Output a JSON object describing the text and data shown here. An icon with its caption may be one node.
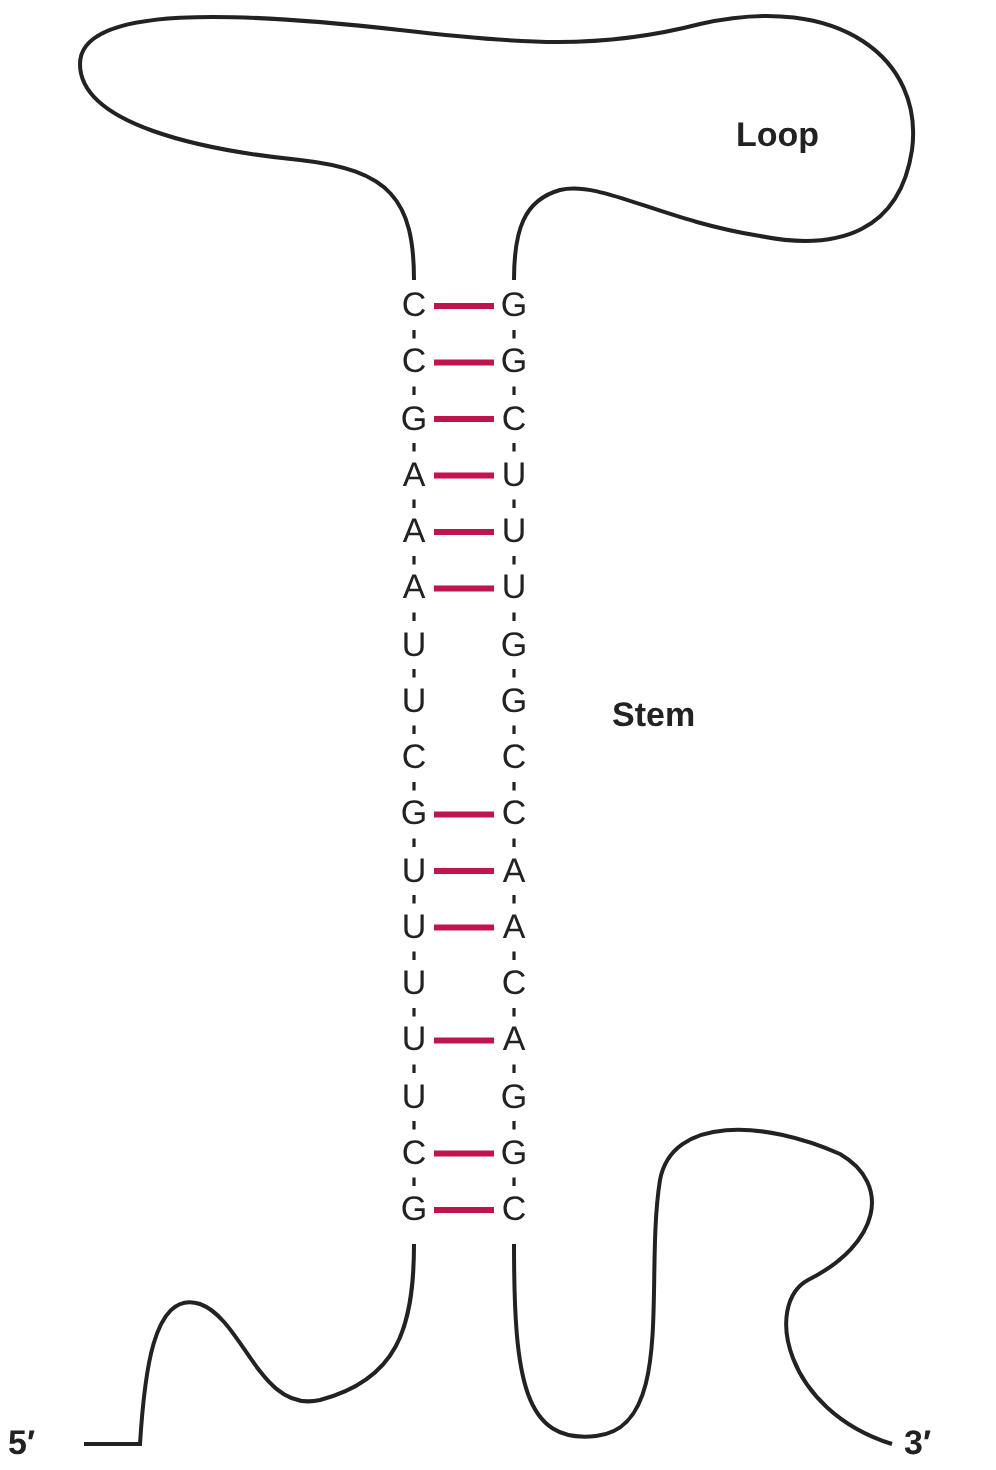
{
  "diagram": {
    "nodes": [
      {
        "text": [
          "C"
        ]
      },
      {
        "text": [
          "G"
        ]
      },
      {
        "text": [
          "C"
        ]
      },
      {
        "text": [
          "G"
        ]
      },
      {
        "text": [
          "G"
        ]
      },
      {
        "text": [
          "C"
        ]
      },
      {
        "text": [
          "A"
        ]
      },
      {
        "text": [
          "U"
        ]
      },
      {
        "text": [
          "A"
        ]
      },
      {
        "text": [
          "U"
        ]
      },
      {
        "text": [
          "A"
        ]
      },
      {
        "text": [
          "U"
        ]
      },
      {
        "text": [
          "U"
        ]
      },
      {
        "text": [
          "G"
        ]
      },
      {
        "text": [
          "U"
        ]
      },
      {
        "text": [
          "G"
        ]
      },
      {
        "text": [
          "C"
        ]
      },
      {
        "text": [
          "C"
        ]
      },
      {
        "text": [
          "G"
        ]
      },
      {
        "text": [
          "C"
        ]
      },
      {
        "text": [
          "U"
        ]
      },
      {
        "text": [
          "A"
        ]
      },
      {
        "text": [
          "U"
        ]
      },
      {
        "text": [
          "A"
        ]
      },
      {
        "text": [
          "U"
        ]
      },
      {
        "text": [
          "C"
        ]
      },
      {
        "text": [
          "U"
        ]
      },
      {
        "text": [
          "A"
        ]
      },
      {
        "text": [
          "U"
        ]
      },
      {
        "text": [
          "G"
        ]
      },
      {
        "text": [
          "C"
        ]
      },
      {
        "text": [
          "G"
        ]
      },
      {
        "text": [
          "G"
        ]
      },
      {
        "text": [
          "C"
        ]
      }
    ],
    "edges": [
      {
        "from": 0,
        "to": 1,
        "arrow": "none",
        "color": "#c0154c"
      },
      {
        "from": 2,
        "to": 3,
        "arrow": "none",
        "color": "#c0154c"
      },
      {
        "from": 4,
        "to": 5,
        "arrow": "none",
        "color": "#c0154c"
      },
      {
        "from": 6,
        "to": 7,
        "arrow": "none",
        "color": "#c0154c"
      },
      {
        "from": 8,
        "to": 9,
        "arrow": "none",
        "color": "#c0154c"
      },
      {
        "from": 10,
        "to": 11,
        "arrow": "none",
        "color": "#c0154c"
      },
      {
        "from": 18,
        "to": 19,
        "arrow": "none",
        "color": "#c0154c"
      },
      {
        "from": 20,
        "to": 21,
        "arrow": "none",
        "color": "#c0154c"
      },
      {
        "from": 22,
        "to": 23,
        "arrow": "none",
        "color": "#c0154c"
      },
      {
        "from": 26,
        "to": 27,
        "arrow": "none",
        "color": "#c0154c"
      },
      {
        "from": 30,
        "to": 31,
        "arrow": "none",
        "color": "#c0154c"
      },
      {
        "from": 32,
        "to": 33,
        "arrow": "none",
        "color": "#c0154c"
      },
      {
        "from": 0,
        "to": 2,
        "arrow": "none"
      },
      {
        "from": 2,
        "to": 4,
        "arrow": "none"
      },
      {
        "from": 4,
        "to": 6,
        "arrow": "none"
      },
      {
        "from": 6,
        "to": 8,
        "arrow": "none"
      },
      {
        "from": 8,
        "to": 10,
        "arrow": "none"
      },
      {
        "from": 10,
        "to": 12,
        "arrow": "none"
      },
      {
        "from": 12,
        "to": 14,
        "arrow": "none"
      },
      {
        "from": 14,
        "to": 16,
        "arrow": "none"
      },
      {
        "from": 16,
        "to": 18,
        "arrow": "none"
      },
      {
        "from": 18,
        "to": 20,
        "arrow": "none"
      },
      {
        "from": 20,
        "to": 22,
        "arrow": "none"
      },
      {
        "from": 22,
        "to": 24,
        "arrow": "none"
      },
      {
        "from": 24,
        "to": 26,
        "arrow": "none"
      },
      {
        "from": 26,
        "to": 28,
        "arrow": "none"
      },
      {
        "from": 28,
        "to": 30,
        "arrow": "none"
      },
      {
        "from": 30,
        "to": 32,
        "arrow": "none"
      },
      {
        "from": 1,
        "to": 3,
        "arrow": "none"
      },
      {
        "from": 3,
        "to": 5,
        "arrow": "none"
      },
      {
        "from": 5,
        "to": 7,
        "arrow": "none"
      },
      {
        "from": 7,
        "to": 9,
        "arrow": "none"
      },
      {
        "from": 9,
        "to": 11,
        "arrow": "none"
      },
      {
        "from": 11,
        "to": 13,
        "arrow": "none"
      },
      {
        "from": 13,
        "to": 15,
        "arrow": "none"
      },
      {
        "from": 15,
        "to": 17,
        "arrow": "none"
      },
      {
        "from": 17,
        "to": 19,
        "arrow": "none"
      },
      {
        "from": 19,
        "to": 21,
        "arrow": "none"
      },
      {
        "from": 21,
        "to": 23,
        "arrow": "none"
      },
      {
        "from": 23,
        "to": 25,
        "arrow": "none"
      },
      {
        "from": 25,
        "to": 27,
        "arrow": "none"
      },
      {
        "from": 27,
        "to": 29,
        "arrow": "none"
      },
      {
        "from": 29,
        "to": 31,
        "arrow": "none"
      },
      {
        "from": 31,
        "to": 33,
        "arrow": "none"
      }
    ],
    "labels": [
      "Loop",
      "Stem",
      "5′",
      "3′"
    ]
  }
}
